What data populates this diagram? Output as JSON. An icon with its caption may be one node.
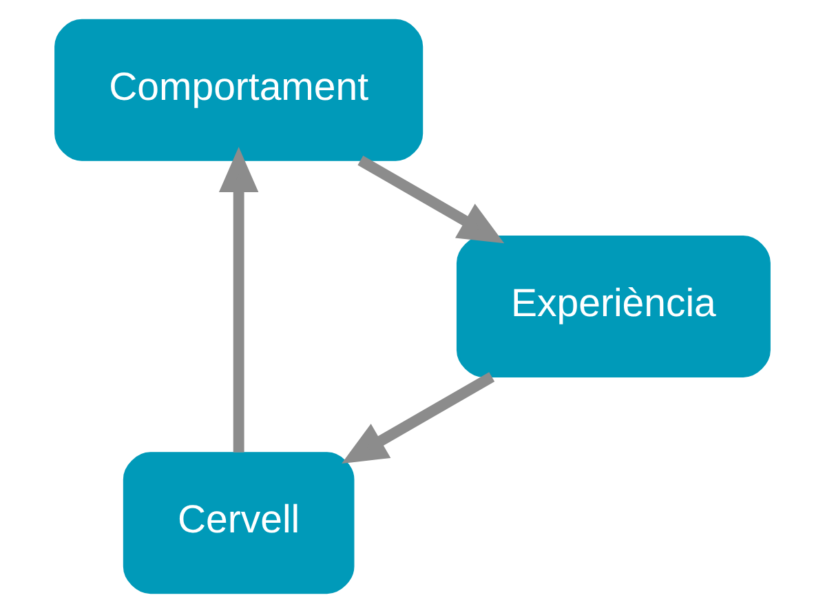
{
  "diagram": {
    "nodes": [
      {
        "text": [
          "Cervell"
        ]
      },
      {
        "text": [
          "Comportament"
        ]
      },
      {
        "text": [
          "Experiència"
        ]
      }
    ],
    "edges": [
      {
        "from": 0,
        "to": 1,
        "arrow": "to"
      },
      {
        "from": 1,
        "to": 2,
        "arrow": "to"
      },
      {
        "from": 2,
        "to": 0,
        "arrow": "to"
      }
    ]
  }
}
